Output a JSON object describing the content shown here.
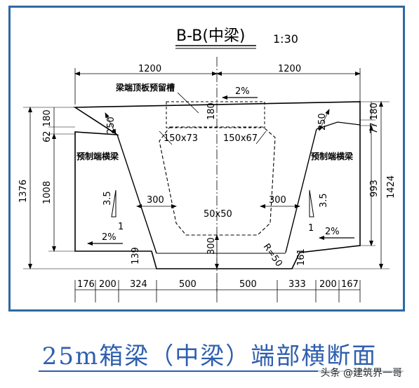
{
  "title": "B-B(中梁)",
  "scale": "1:30",
  "labels": {
    "reserved_slot": "梁端顶板预留槽",
    "precast_beam_left": "预制端横梁",
    "precast_beam_right": "预制端横梁",
    "slope_top": "2%",
    "slope_left": "2%",
    "slope_right": "2%",
    "chamfer_left": "150x73",
    "chamfer_right": "150x67",
    "chamfer_bottom": "50x50",
    "radius": "R=50",
    "ratio_left_h": "3.5",
    "ratio_left_w": "1",
    "ratio_right_h": "3.5",
    "ratio_right_w": "1"
  },
  "dims": {
    "top_left_half": "1200",
    "top_right_half": "1200",
    "slot_depth": "180",
    "left_180": "180",
    "left_62": "62",
    "left_1376": "1376",
    "left_1008": "1008",
    "left_139": "139",
    "left_250": "250",
    "right_180": "180",
    "right_77": "77",
    "right_1424": "1424",
    "right_993": "993",
    "right_161": "161",
    "right_250": "250",
    "web_left_300": "300",
    "web_right_300": "300",
    "bottom_slab_300": "300",
    "bottom": [
      "176",
      "200",
      "324",
      "500",
      "500",
      "333",
      "200",
      "167"
    ]
  },
  "caption": "25m箱梁（中梁）端部横断面",
  "watermark": "头条 @建筑界一哥"
}
